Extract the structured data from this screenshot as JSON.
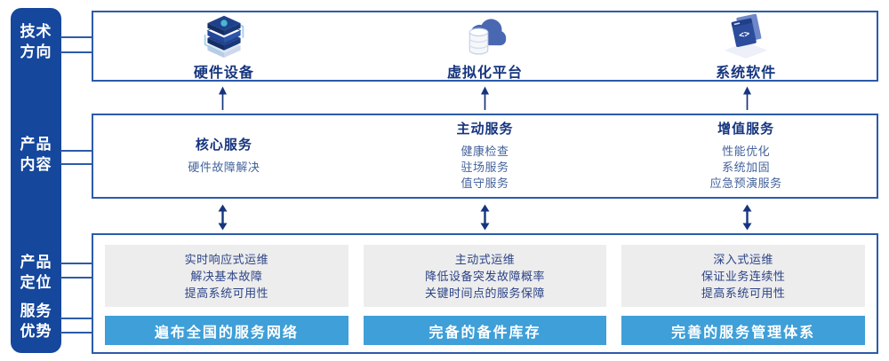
{
  "sidebar": {
    "labels": [
      "技术\n方向",
      "产品\n内容",
      "产品\n定位",
      "服务\n优势"
    ]
  },
  "top_box": {
    "items": [
      {
        "icon": "server-stack-icon",
        "label": "硬件设备"
      },
      {
        "icon": "cloud-database-icon",
        "label": "虚拟化平台"
      },
      {
        "icon": "code-window-icon",
        "label": "系统软件"
      }
    ]
  },
  "middle_box": {
    "columns": [
      {
        "title": "核心服务",
        "items": [
          "硬件故障解决"
        ]
      },
      {
        "title": "主动服务",
        "items": [
          "健康检查",
          "驻场服务",
          "值守服务"
        ]
      },
      {
        "title": "增值服务",
        "items": [
          "性能优化",
          "系统加固",
          "应急预演服务"
        ]
      }
    ]
  },
  "bottom_box": {
    "columns": [
      {
        "lines": [
          "实时响应式运维",
          "解决基本故障",
          "提高系统可用性"
        ],
        "banner": "遍布全国的服务网络"
      },
      {
        "lines": [
          "主动式运维",
          "降低设备突发故障概率",
          "关键时间点的服务保障"
        ],
        "banner": "完备的备件库存"
      },
      {
        "lines": [
          "深入式运维",
          "保证业务连续性",
          "提高系统可用性"
        ],
        "banner": "完善的服务管理体系"
      }
    ]
  },
  "colors": {
    "sidebar_bg": "#15479d",
    "box_border": "#2c5ba8",
    "title_text": "#16357f",
    "item_text": "#44639c",
    "panel_bg": "#ededed",
    "panel_text": "#2c4487",
    "banner_bg": "#3f9fd8",
    "banner_text": "#ffffff",
    "arrow": "#16357f"
  }
}
